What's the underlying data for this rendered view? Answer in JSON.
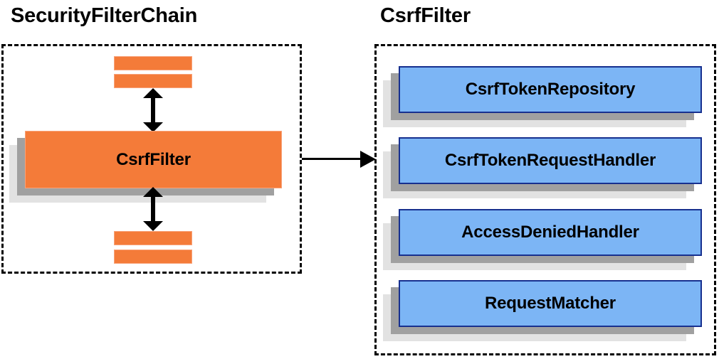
{
  "diagram": {
    "title_left": "SecurityFilterChain",
    "title_right": "CsrfFilter",
    "colors": {
      "orange_fill": "#f47b39",
      "orange_border": "#f8a37a",
      "blue_fill": "#7cb5f5",
      "blue_border": "#17308f",
      "shadow_near": "#a0a0a0",
      "shadow_far": "#e2e2e2",
      "outline": "#000000",
      "background": "#ffffff"
    },
    "left_panel": {
      "title": "SecurityFilterChain",
      "stubs_top": [
        "filter-stub-top-1",
        "filter-stub-top-2"
      ],
      "main_filter": "CsrfFilter",
      "stubs_bottom": [
        "filter-stub-bottom-1",
        "filter-stub-bottom-2"
      ],
      "arrow_top": "bidirectional-vertical-arrow",
      "arrow_bottom": "bidirectional-vertical-arrow"
    },
    "connector": {
      "type": "arrow-right",
      "from": "SecurityFilterChain",
      "to": "CsrfFilter"
    },
    "right_panel": {
      "title": "CsrfFilter",
      "collaborators": [
        {
          "label": "CsrfTokenRepository"
        },
        {
          "label": "CsrfTokenRequestHandler"
        },
        {
          "label": "AccessDeniedHandler"
        },
        {
          "label": "RequestMatcher"
        }
      ]
    }
  }
}
